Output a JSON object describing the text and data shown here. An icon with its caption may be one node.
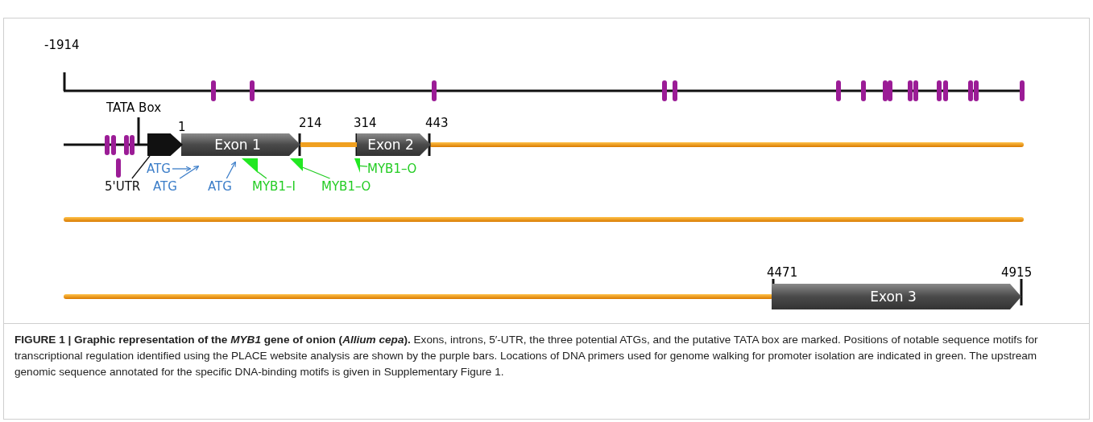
{
  "diagram": {
    "caption": "**FIGURE 1 | Graphic representation of the *MYB1* gene of onion (*Allium cepa*).** Exons, introns, 5′-UTR, the three potential ATGs, and the putative TATA box are marked. Positions of notable sequence motifs for transcriptional regulation identified using the PLACE website analysis are shown by the purple bars. Locations of DNA primers used for genome walking for promoter isolation are indicated in green. The upstream genomic sequence annotated for the specific DNA-binding motifs is given in Supplementary Figure 1.",
    "nodes": [
      {
        "text": [
          "Exon 1"
        ]
      },
      {
        "text": [
          "Exon 2"
        ]
      },
      {
        "text": [
          "Exon 3"
        ]
      },
      {
        "text": [
          "5'UTR"
        ]
      },
      {
        "text": [],
        "shape": "arrow"
      },
      {
        "text": [
          "ATG"
        ]
      },
      {
        "text": [
          "ATG"
        ]
      },
      {
        "text": [
          "ATG"
        ]
      },
      {
        "text": [
          "MYB1–I"
        ]
      },
      {
        "text": [
          "MYB1–O"
        ]
      },
      {
        "text": [
          "MYB1–O"
        ]
      },
      {
        "text": [],
        "shape": "triangle"
      },
      {
        "text": [],
        "shape": "triangle"
      },
      {
        "text": [],
        "shape": "triangle"
      }
    ],
    "edges": [
      {
        "from": 3,
        "to": 4,
        "arrow": "none",
        "color": "#111111"
      },
      {
        "from": 0,
        "to": 1,
        "arrow": "none",
        "style": "thick",
        "color": "#f0a020"
      },
      {
        "from": 5,
        "to": null,
        "arrow": "to",
        "color": "#3b7dc8"
      },
      {
        "from": 6,
        "to": null,
        "arrow": "to",
        "color": "#3b7dc8"
      },
      {
        "from": 7,
        "to": null,
        "arrow": "to",
        "color": "#3b7dc8"
      },
      {
        "from": 8,
        "to": 11,
        "arrow": "none",
        "color": "#22cc22"
      },
      {
        "from": 9,
        "to": 12,
        "arrow": "none",
        "color": "#22cc22"
      },
      {
        "from": 10,
        "to": 13,
        "arrow": "none",
        "color": "#22cc22"
      }
    ],
    "labels": [
      "-1914",
      "TATA Box",
      "1",
      "214",
      "314",
      "443",
      "4471",
      "4915"
    ]
  }
}
